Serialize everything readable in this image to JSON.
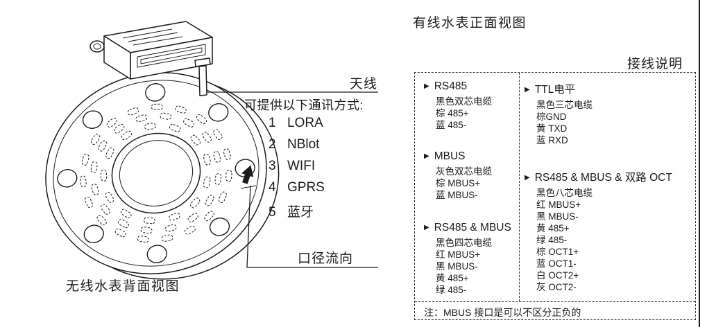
{
  "icons": {
    "section_bullet": "▶"
  },
  "meter": {
    "caption": "无线水表背面视图",
    "antenna_label": "天线",
    "comm_intro": "可提供以下通讯方式:",
    "comm_options": [
      {
        "num": "1",
        "name": "LORA"
      },
      {
        "num": "2",
        "name": "NBlot"
      },
      {
        "num": "3",
        "name": "WIFI"
      },
      {
        "num": "4",
        "name": "GPRS"
      },
      {
        "num": "5",
        "name": "蓝牙"
      }
    ],
    "flow_label": "口径流向"
  },
  "wiring": {
    "front_view_title": "有线水表正面视图",
    "panel_title": "接线说明",
    "left_sections": [
      {
        "heading": "RS485",
        "lines": [
          "黑色双芯电缆",
          "棕 485+",
          "蓝 485-"
        ]
      },
      {
        "heading": "MBUS",
        "lines": [
          "灰色双芯电缆",
          "棕 MBUS+",
          "蓝 MBUS-"
        ]
      },
      {
        "heading": "RS485 & MBUS",
        "lines": [
          "黑色四芯电缆",
          "红 MBUS+",
          "黑 MBUS-",
          "黄 485+",
          "绿 485-"
        ]
      }
    ],
    "right_sections": [
      {
        "heading": "TTL电平",
        "lines": [
          "黑色三芯电缆",
          "棕GND",
          "黄 TXD",
          "蓝 RXD"
        ]
      },
      {
        "heading": "RS485 & MBUS & 双路 OCT",
        "lines": [
          "黑色八芯电缆",
          "红 MBUS+",
          "黑 MBUS-",
          "黄 485+",
          "绿 485-",
          "棕 OCT1+",
          "蓝 OCT1-",
          "白 OCT2+",
          "灰 OCT2-"
        ]
      }
    ],
    "note": "注：MBUS 接口是可以不区分正负的"
  }
}
